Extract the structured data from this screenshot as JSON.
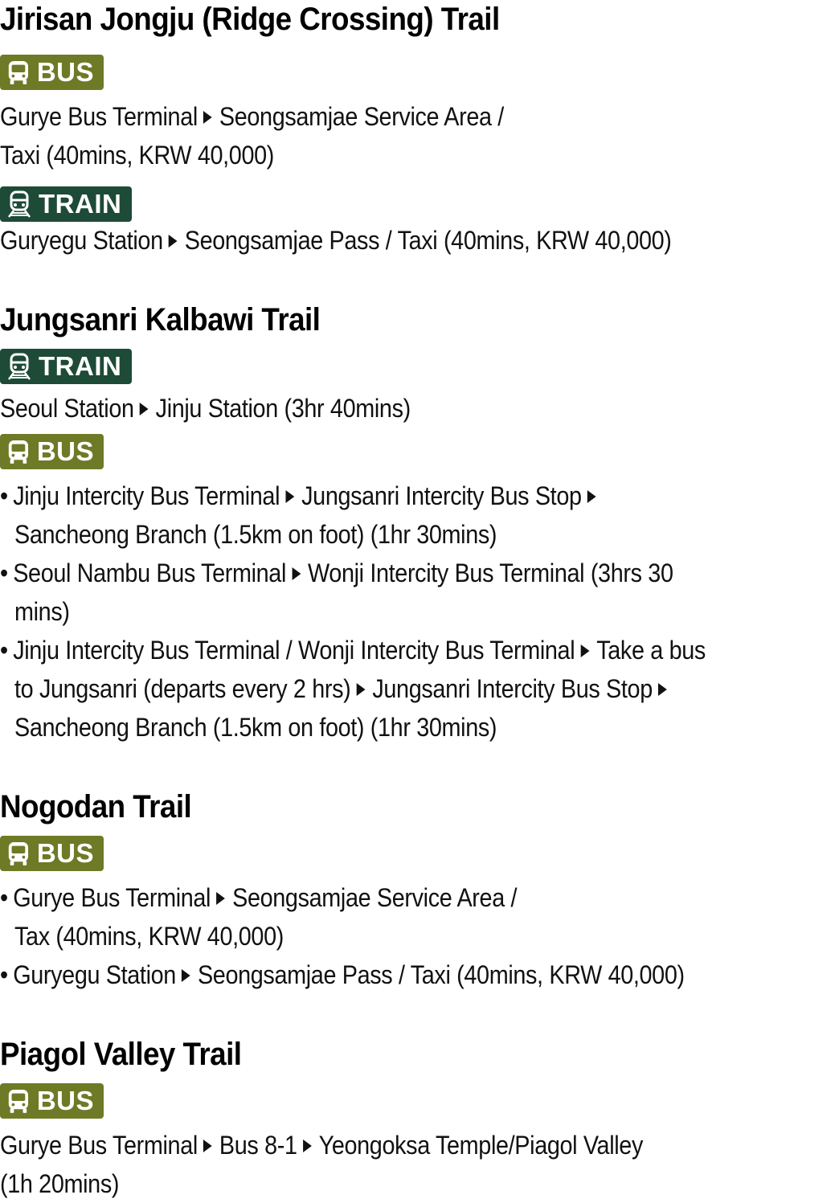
{
  "colors": {
    "bus_badge": "#6e7a26",
    "train_badge": "#1e4a38",
    "text": "#111111"
  },
  "sections": [
    {
      "title": "Jirisan Jongju (Ridge Crossing) Trail",
      "bus_badge": {
        "icon": "bus-icon",
        "label": "BUS"
      },
      "bus_route": {
        "line1_a": "Gurye Bus Terminal",
        "line1_b": "Seongsamjae Service Area /",
        "line2": "Taxi (40mins, KRW 40,000)"
      },
      "train_badge": {
        "icon": "train-icon",
        "label": "TRAIN"
      },
      "train_route": {
        "a": "Guryegu Station",
        "b": "Seongsamjae Pass / Taxi (40mins, KRW 40,000)"
      }
    },
    {
      "title": "Jungsanri Kalbawi Trail",
      "train_badge": {
        "icon": "train-icon",
        "label": "TRAIN"
      },
      "train_route": {
        "a": "Seoul Station",
        "b": "Jinju Station (3hr 40mins)"
      },
      "bus_badge": {
        "icon": "bus-icon",
        "label": "BUS"
      },
      "bus_items": [
        {
          "l1_a": "Jinju Intercity Bus Terminal",
          "l1_b": "Jungsanri Intercity Bus Stop",
          "l2": "Sancheong Branch (1.5km on foot) (1hr 30mins)"
        },
        {
          "l1_a": "Seoul Nambu Bus  Terminal",
          "l1_b": "Wonji Intercity Bus Terminal (3hrs 30",
          "l2": "mins)"
        },
        {
          "l1_a": "Jinju Intercity Bus Terminal / Wonji Intercity Bus Terminal",
          "l1_b": "Take a bus",
          "l2_a": "to Jungsanri (departs every 2 hrs)",
          "l2_b": "Jungsanri Intercity Bus Stop",
          "l3": "Sancheong Branch (1.5km on foot) (1hr 30mins)"
        }
      ]
    },
    {
      "title": "Nogodan Trail",
      "bus_badge": {
        "icon": "bus-icon",
        "label": "BUS"
      },
      "bus_items": [
        {
          "l1_a": "Gurye Bus Terminal",
          "l1_b": "Seongsamjae Service Area /",
          "l2": "Tax (40mins, KRW 40,000)"
        },
        {
          "l1_a": "Guryegu Station",
          "l1_b": "Seongsamjae Pass / Taxi (40mins, KRW 40,000)"
        }
      ]
    },
    {
      "title": "Piagol Valley Trail",
      "bus_badge": {
        "icon": "bus-icon",
        "label": "BUS"
      },
      "bus_route": {
        "a": "Gurye Bus Terminal",
        "b": "Bus 8-1",
        "c": "Yeongoksa Temple/Piagol Valley",
        "line2": "(1h 20mins)"
      }
    }
  ],
  "bullet": "•"
}
